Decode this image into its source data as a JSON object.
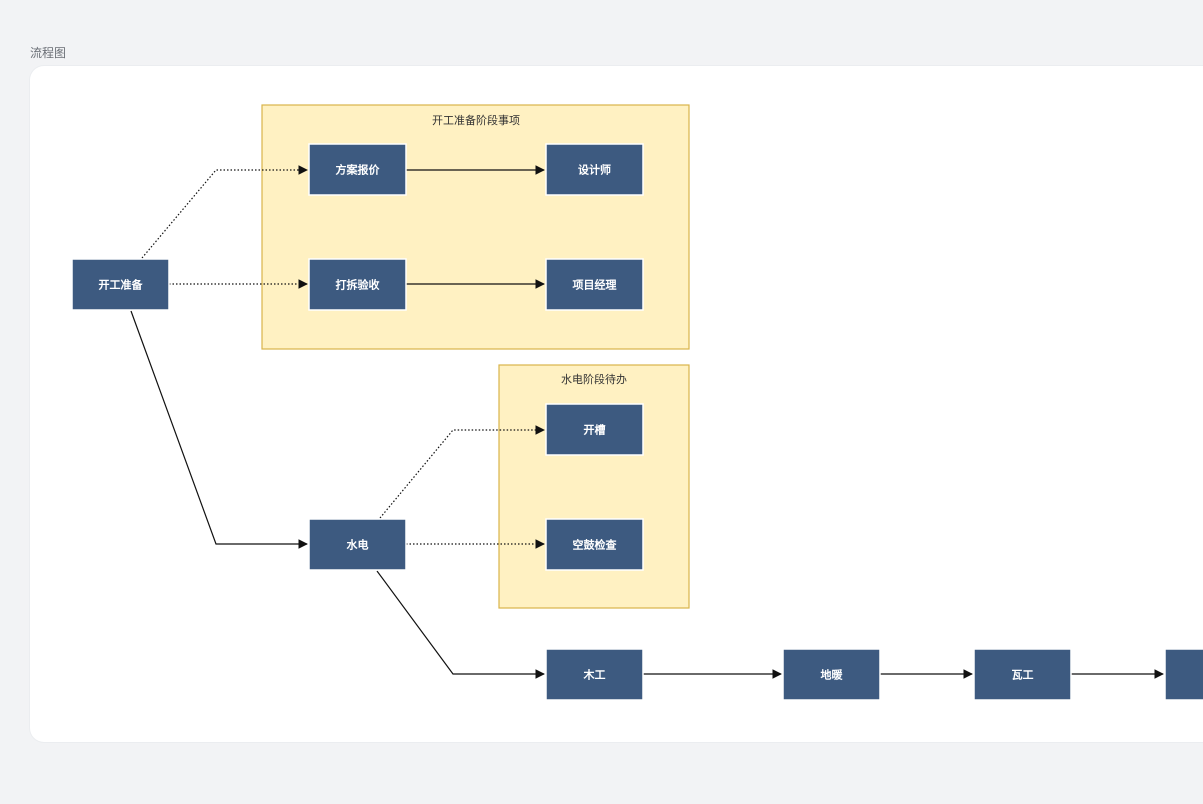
{
  "page": {
    "title": "流程图"
  },
  "colors": {
    "background": "#f2f3f5",
    "card": "#ffffff",
    "node_fill": "#3d5a80",
    "node_text": "#ffffff",
    "group_fill": "#fff1c2",
    "group_border": "#d9b54a",
    "edge": "#111111"
  },
  "groups": {
    "prep": {
      "title": "开工准备阶段事项"
    },
    "plumbing": {
      "title": "水电阶段待办"
    }
  },
  "nodes": {
    "start": "开工准备",
    "quote": "方案报价",
    "designer": "设计师",
    "demolition": "打拆验收",
    "pm": "项目经理",
    "water_electric": "水电",
    "grooving": "开槽",
    "hollow_check": "空鼓检查",
    "carpentry": "木工",
    "floor_heating": "地暖",
    "tiling": "瓦工",
    "next": ""
  },
  "edges": [
    {
      "from": "start",
      "to": "quote",
      "style": "dotted"
    },
    {
      "from": "start",
      "to": "demolition",
      "style": "dotted"
    },
    {
      "from": "quote",
      "to": "designer",
      "style": "solid"
    },
    {
      "from": "demolition",
      "to": "pm",
      "style": "solid"
    },
    {
      "from": "start",
      "to": "water_electric",
      "style": "solid"
    },
    {
      "from": "water_electric",
      "to": "grooving",
      "style": "dotted"
    },
    {
      "from": "water_electric",
      "to": "hollow_check",
      "style": "dotted"
    },
    {
      "from": "water_electric",
      "to": "carpentry",
      "style": "solid"
    },
    {
      "from": "carpentry",
      "to": "floor_heating",
      "style": "solid"
    },
    {
      "from": "floor_heating",
      "to": "tiling",
      "style": "solid"
    },
    {
      "from": "tiling",
      "to": "next",
      "style": "solid"
    }
  ]
}
